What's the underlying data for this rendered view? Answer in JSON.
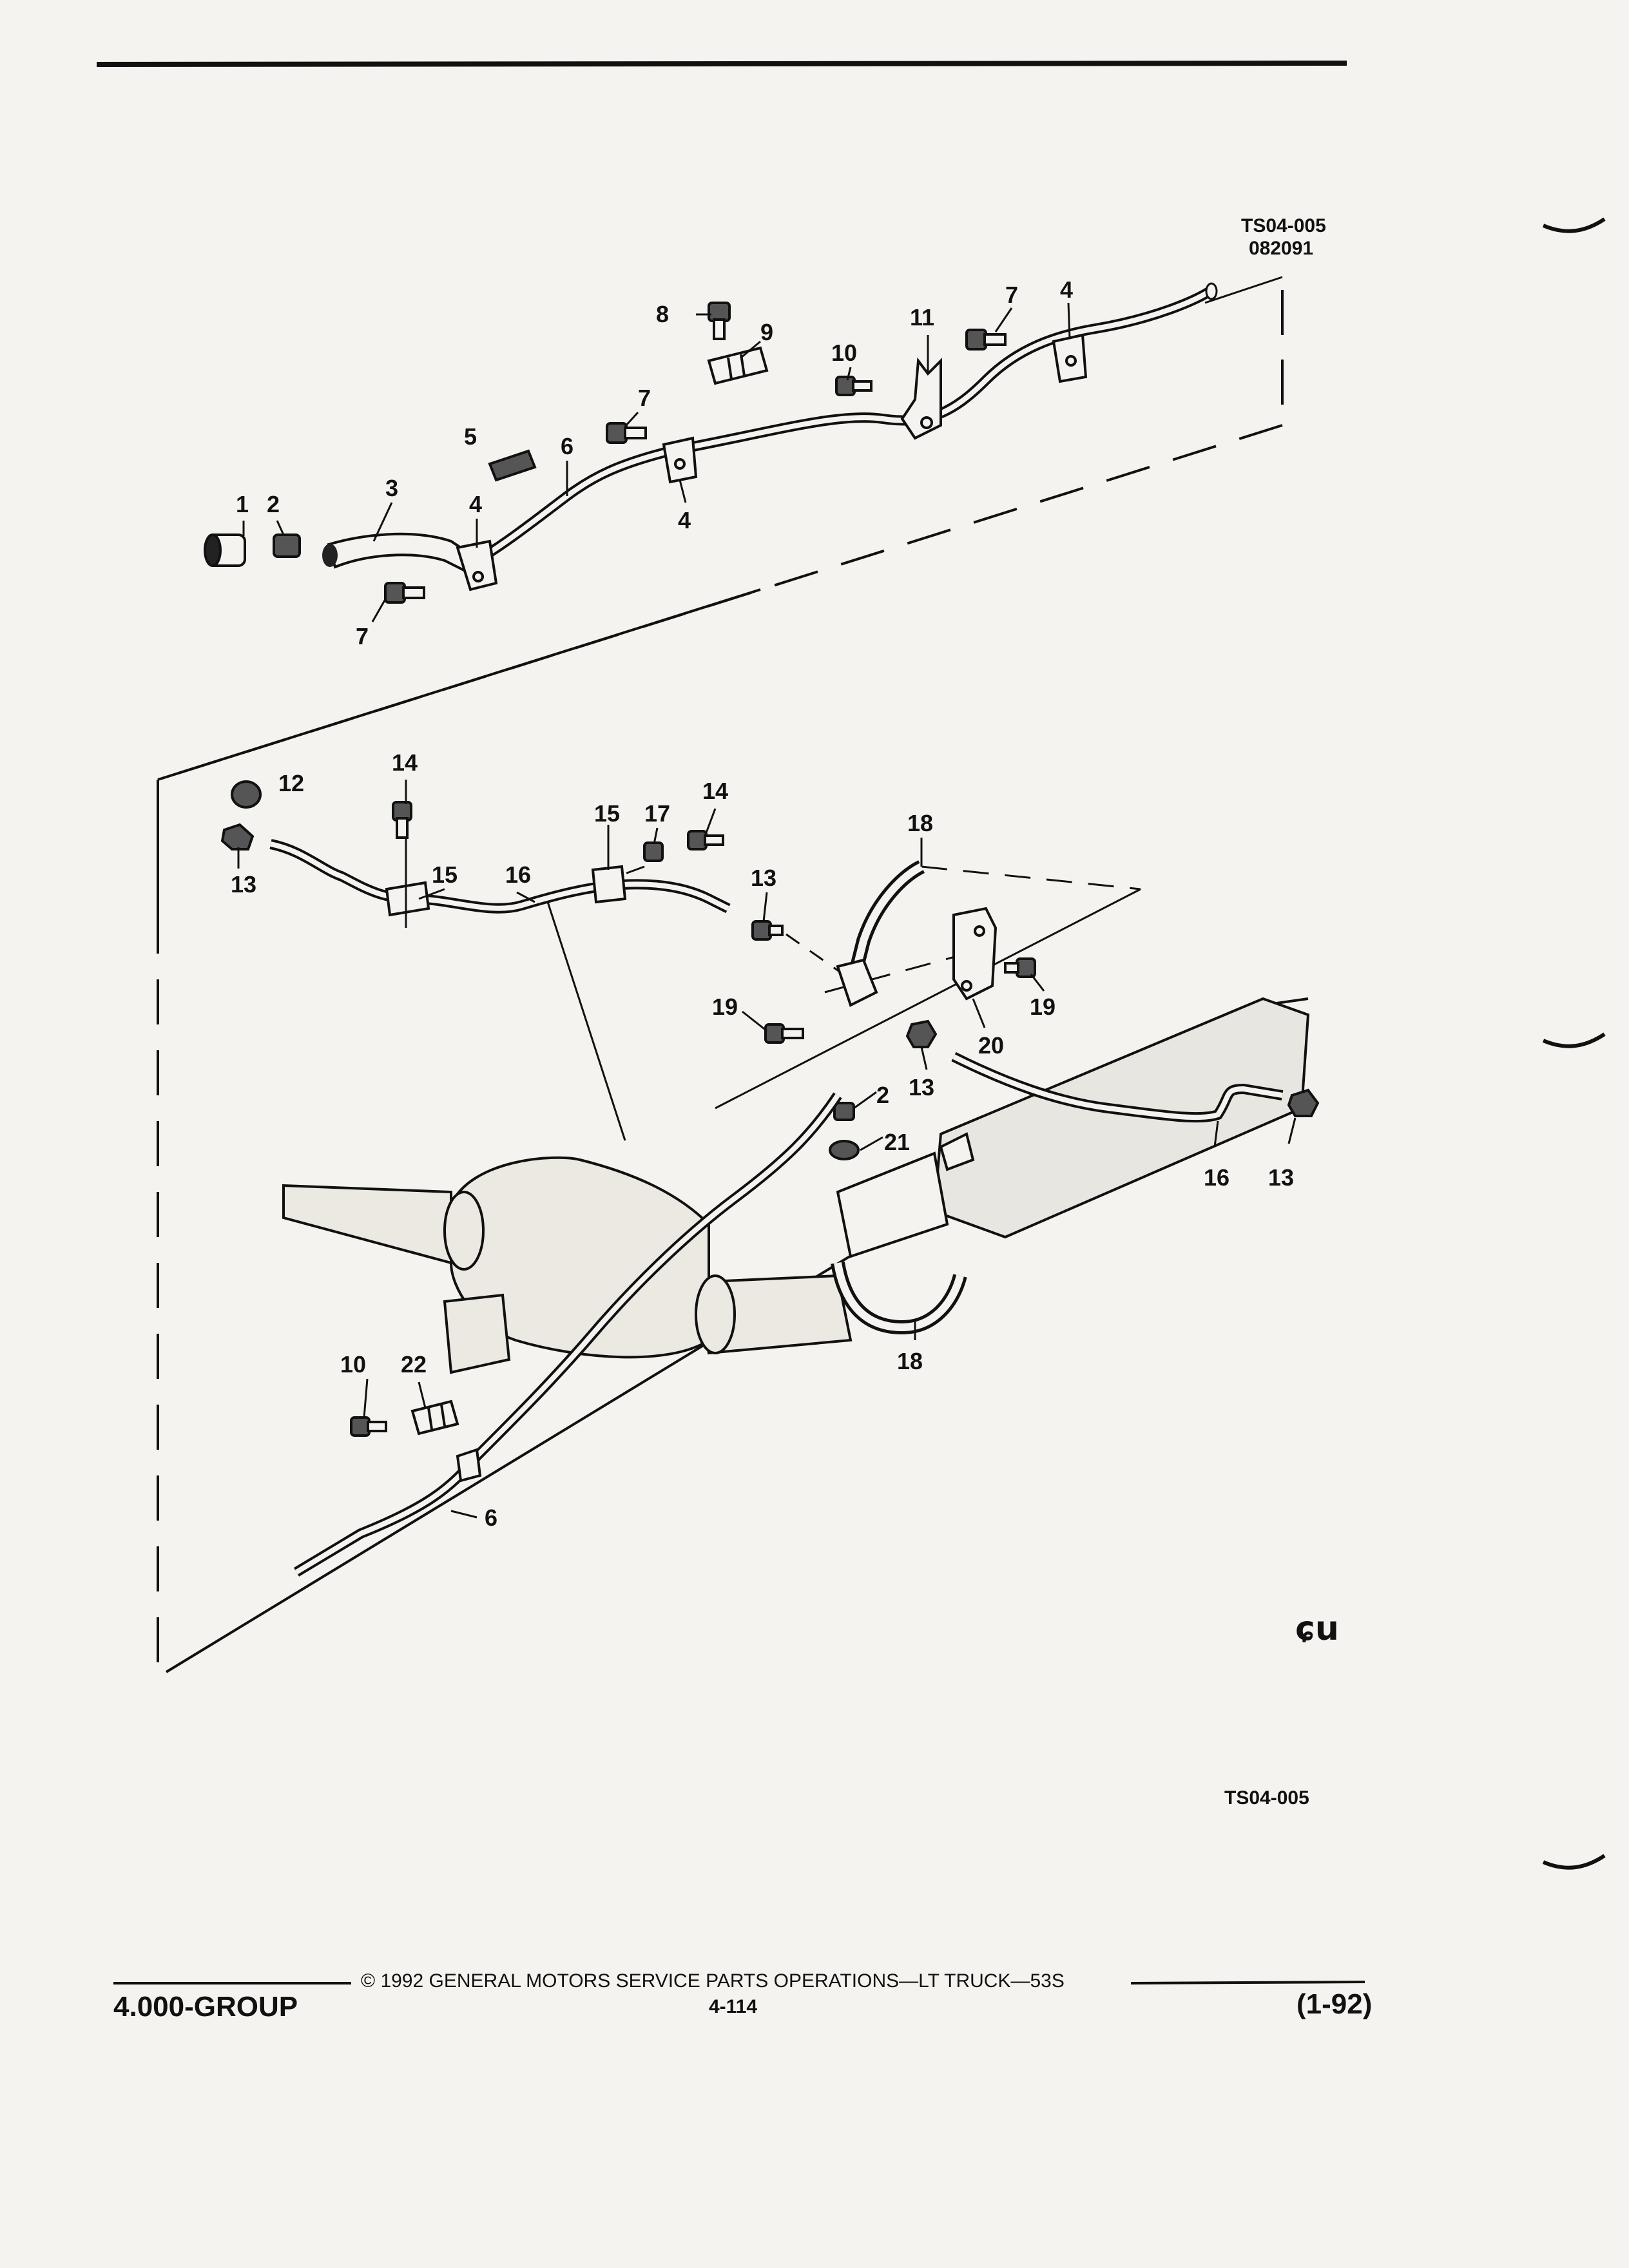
{
  "drawing": {
    "code_top": "TS04-005",
    "date_code": "082091",
    "code_bottom": "TS04-005",
    "logo_text": "ɕu"
  },
  "callouts": {
    "c1": "1",
    "c2a": "2",
    "c3": "3",
    "c4a": "4",
    "c4b": "4",
    "c4c": "4",
    "c5": "5",
    "c6a": "6",
    "c6b": "6",
    "c7a": "7",
    "c7b": "7",
    "c7c": "7",
    "c8": "8",
    "c9": "9",
    "c10a": "10",
    "c10b": "10",
    "c11": "11",
    "c12": "12",
    "c13a": "13",
    "c13b": "13",
    "c13c": "13",
    "c13d": "13",
    "c14a": "14",
    "c14b": "14",
    "c15a": "15",
    "c15b": "15",
    "c16a": "16",
    "c16b": "16",
    "c17": "17",
    "c18a": "18",
    "c18b": "18",
    "c19a": "19",
    "c19b": "19",
    "c20": "20",
    "c2b": "2",
    "c21": "21",
    "c22": "22"
  },
  "footer": {
    "copyright": "© 1992 GENERAL MOTORS SERVICE PARTS OPERATIONS—LT TRUCK—53S",
    "page_number": "4-114",
    "group": "4.000-GROUP",
    "date": "(1-92)"
  }
}
